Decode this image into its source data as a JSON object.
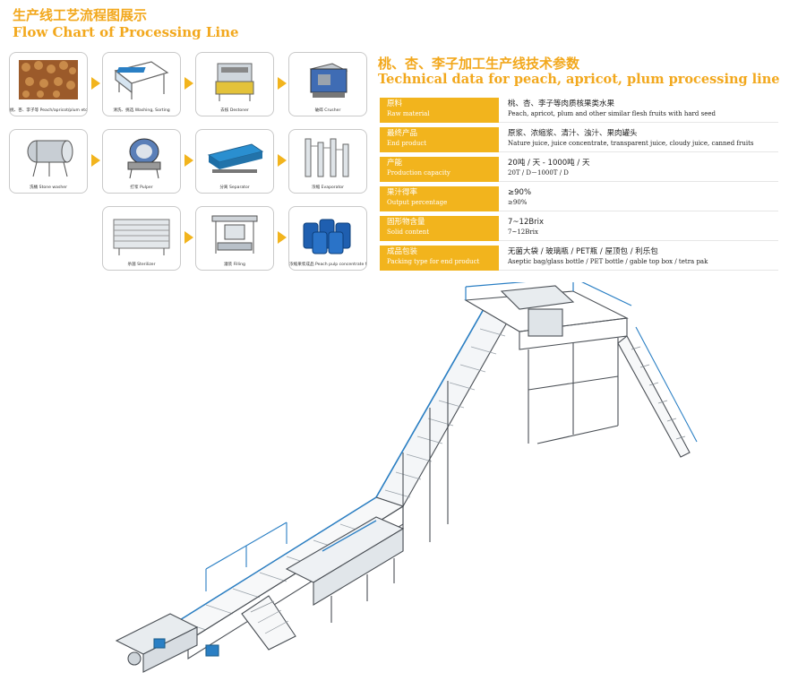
{
  "header": {
    "title_cn": "生产线工艺流程图展示",
    "title_en": "Flow Chart of Processing Line"
  },
  "flow_steps": [
    {
      "label": "桃、杏、李子等 Peach/apricot/plum etc"
    },
    {
      "label": "清洗、挑选 Washing, Sorting"
    },
    {
      "label": "去核 Destoner"
    },
    {
      "label": "破碎 Crusher"
    },
    {
      "label": "洗桶 Stone washer"
    },
    {
      "label": "打浆 Pulper"
    },
    {
      "label": "分离 Separator"
    },
    {
      "label": "浓缩 Evaporator"
    },
    {
      "label": "杀菌 Sterilizer"
    },
    {
      "label": "灌装 Filling"
    },
    {
      "label": "浓缩果浆成品 Peach pulp concentrate final product"
    }
  ],
  "tech": {
    "title_cn": "桃、杏、李子加工生产线技术参数",
    "title_en": "Technical data for peach, apricot, plum processing line",
    "rows": [
      {
        "key_cn": "原料",
        "key_en": "Raw material",
        "val_cn": "桃、杏、李子等肉质核果类水果",
        "val_en": "Peach, apricot, plum and other similar flesh fruits with hard seed"
      },
      {
        "key_cn": "最终产品",
        "key_en": "End product",
        "val_cn": "原浆、浓缩浆、清汁、浊汁、果肉罐头",
        "val_en": "Nature juice, juice concentrate, transparent juice, cloudy juice, canned fruits"
      },
      {
        "key_cn": "产能",
        "key_en": "Production capacity",
        "val_cn": "20吨 / 天 - 1000吨 / 天",
        "val_en": "20T / D－1000T / D"
      },
      {
        "key_cn": "果汁得率",
        "key_en": "Output percentage",
        "val_cn": "≥90%",
        "val_en": "≥90%"
      },
      {
        "key_cn": "固形物含量",
        "key_en": "Solid content",
        "val_cn": "7~12Brix",
        "val_en": "7~12Brix"
      },
      {
        "key_cn": "成品包装",
        "key_en": "Packing type for end product",
        "val_cn": "无菌大袋 / 玻璃瓶 / PET瓶 / 屋顶包 / 利乐包",
        "val_en": "Aseptic bag/glass bottle / PET bottle / gable top box / tetra pak"
      }
    ]
  },
  "colors": {
    "accent": "#f2b41d",
    "machine_blue": "#2a7fc4"
  }
}
